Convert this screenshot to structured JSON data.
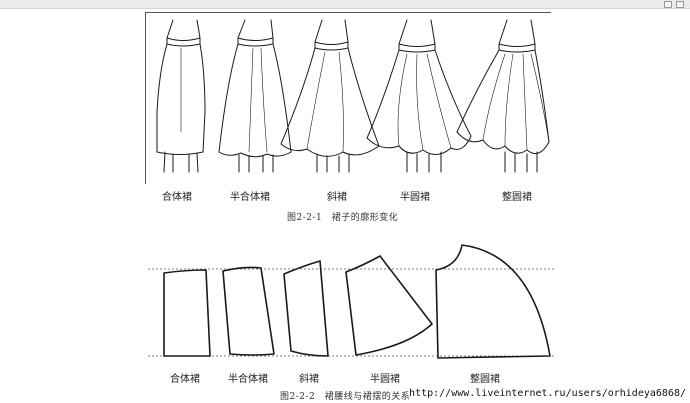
{
  "figure1": {
    "labels": [
      "合体裙",
      "半合体裙",
      "斜裙",
      "半圆裙",
      "整圆裙"
    ],
    "caption": "图2-2-1　裙子的廓形变化"
  },
  "figure2": {
    "labels": [
      "合体裙",
      "半合体裙",
      "斜裙",
      "半圆裙",
      "整圆裙"
    ],
    "caption": "图2-2-2　裙腰线与裙摆的关系"
  },
  "watermark": "http://www.liveinternet.ru/users/orhideya6868/"
}
